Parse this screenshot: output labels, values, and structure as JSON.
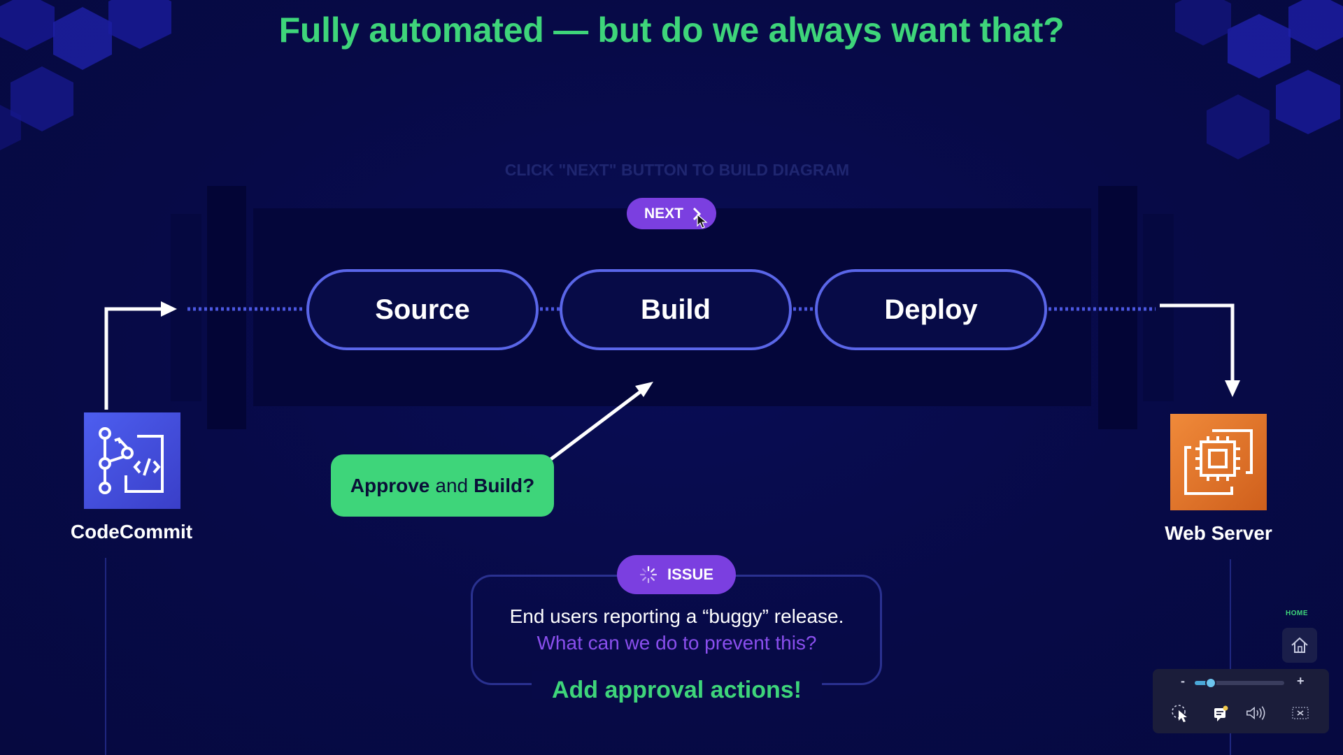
{
  "slide": {
    "title": "Fully automated — but do we always want that?",
    "instruction": "CLICK \"NEXT\" BUTTON TO BUILD DIAGRAM"
  },
  "next_button": {
    "label": "NEXT",
    "icon": "chevron-right-icon"
  },
  "pipeline": {
    "stages": [
      {
        "label": "Source"
      },
      {
        "label": "Build"
      },
      {
        "label": "Deploy"
      }
    ]
  },
  "services": {
    "source": {
      "label": "CodeCommit",
      "icon": "codecommit-icon",
      "color": "#4d5ef0"
    },
    "target": {
      "label": "Web Server",
      "icon": "ec2-chip-icon",
      "color": "#e0732a"
    }
  },
  "callout": {
    "approve": "Approve",
    "and": "and",
    "build": "Build?"
  },
  "issue": {
    "badge_label": "ISSUE",
    "badge_icon": "spinner-icon",
    "line1": "End users reporting a “buggy” release.",
    "line2": "What can we do to prevent this?",
    "answer": "Add approval actions!"
  },
  "nav": {
    "home_label": "HOME",
    "home_icon": "home-icon"
  },
  "player": {
    "zoom_minus": "-",
    "zoom_plus": "+",
    "zoom_level": 0.18,
    "icons": [
      "pointer-icon",
      "captions-icon",
      "volume-icon",
      "close-icon"
    ]
  },
  "colors": {
    "background": "#070b4a",
    "accent_green": "#3ed57a",
    "accent_purple": "#7b3fe0",
    "pill_border": "#5a66e8"
  }
}
